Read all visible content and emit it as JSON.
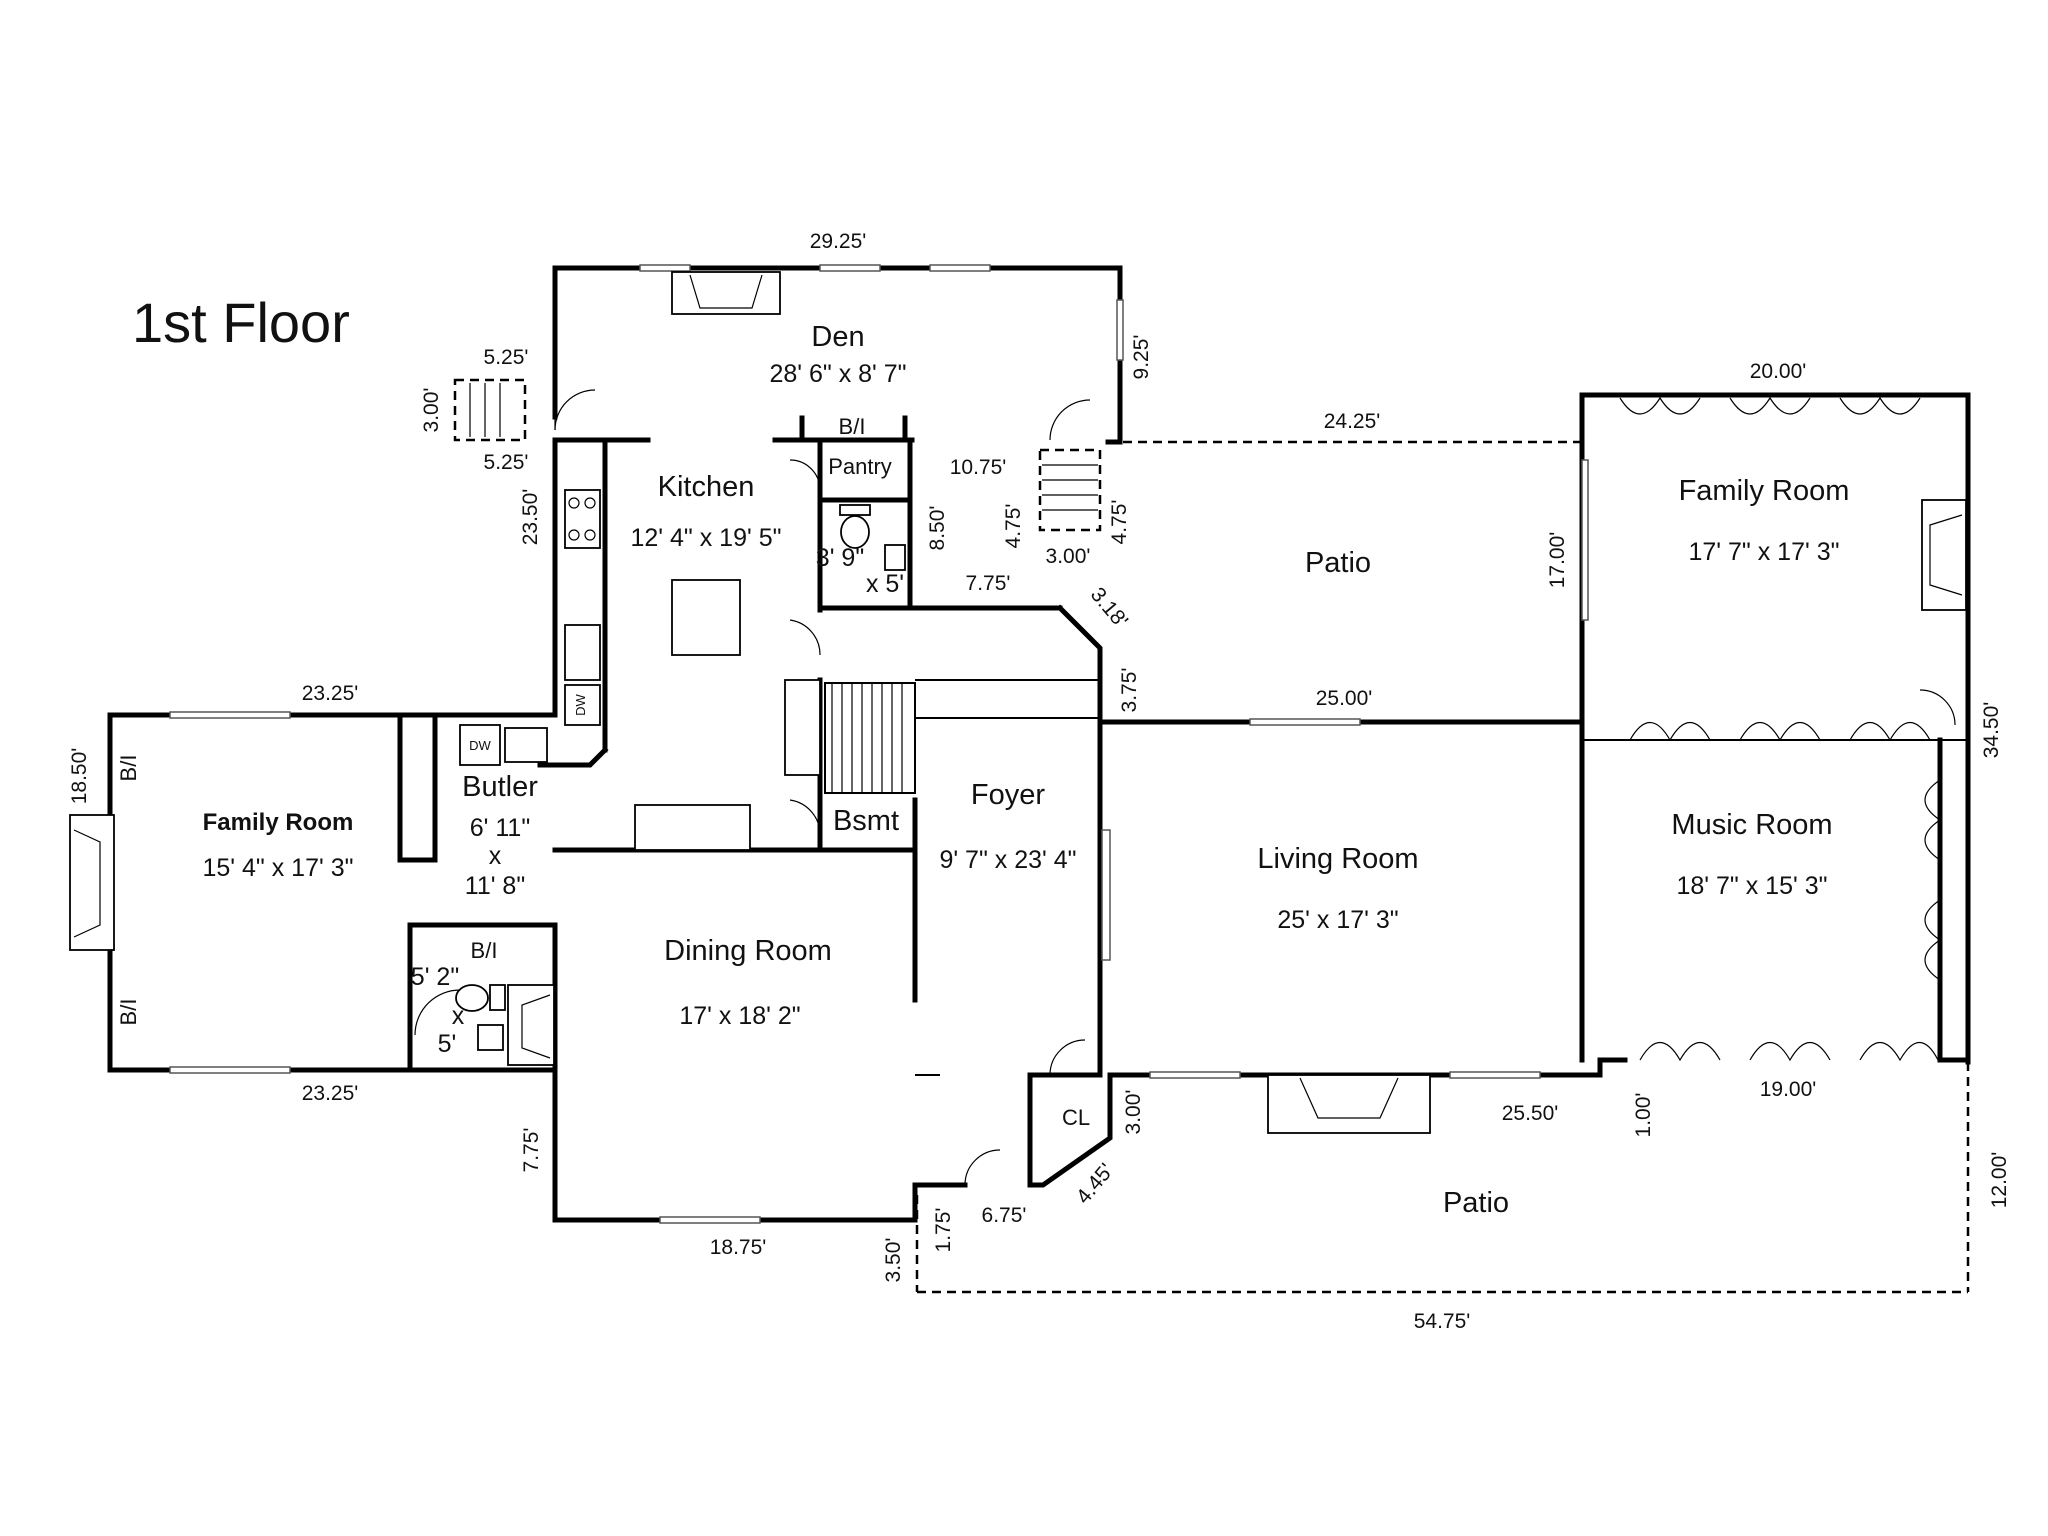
{
  "title": "1st Floor",
  "rooms": {
    "den": {
      "name": "Den",
      "size": "28' 6\" x 8' 7\""
    },
    "kitchen": {
      "name": "Kitchen",
      "size": "12' 4\" x 19' 5\""
    },
    "pantry": {
      "name": "Pantry"
    },
    "patio_upper": {
      "name": "Patio"
    },
    "family_room_east": {
      "name": "Family Room",
      "size": "17' 7\" x 17' 3\""
    },
    "family_room_west": {
      "name": "Family Room",
      "size": "15' 4\" x 17' 3\""
    },
    "butler": {
      "name": "Butler",
      "size_w": "6' 11\"",
      "size_x": "x",
      "size_h": "11' 8\""
    },
    "bsmt": {
      "name": "Bsmt"
    },
    "foyer": {
      "name": "Foyer",
      "size": "9' 7\" x 23' 4\""
    },
    "living_room": {
      "name": "Living Room",
      "size": "25' x 17' 3\""
    },
    "music_room": {
      "name": "Music Room",
      "size": "18' 7\" x 15' 3\""
    },
    "dining_room": {
      "name": "Dining Room",
      "size": "17' x 18' 2\""
    },
    "cl": {
      "name": "CL"
    },
    "patio_lower": {
      "name": "Patio"
    },
    "bath_upper": {
      "w": "3' 9\"",
      "h": "x 5'"
    },
    "bath_lower": {
      "w": "5' 2\"",
      "x": "x",
      "h": "5'"
    }
  },
  "labels": {
    "bi_kitchen": "B/I",
    "bi_fam_top": "B/I",
    "bi_fam_bottom": "B/I",
    "bi_bath": "B/I",
    "dw_1": "DW",
    "dw_2": "DW"
  },
  "dimensions": {
    "d_29_25": "29.25'",
    "d_9_25": "9.25'",
    "d_5_25_top": "5.25'",
    "d_5_25_bottom": "5.25'",
    "d_3_00_stair": "3.00'",
    "d_23_50": "23.50'",
    "d_10_75": "10.75'",
    "d_8_50": "8.50'",
    "d_4_75_a": "4.75'",
    "d_4_75_b": "4.75'",
    "d_3_00_b": "3.00'",
    "d_7_75_top": "7.75'",
    "d_3_18": "3.18'",
    "d_3_75": "3.75'",
    "d_24_25": "24.25'",
    "d_20_00": "20.00'",
    "d_17_00": "17.00'",
    "d_25_00": "25.00'",
    "d_34_50": "34.50'",
    "d_23_25_top": "23.25'",
    "d_18_50": "18.50'",
    "d_23_25_bottom": "23.25'",
    "d_7_75_left": "7.75'",
    "d_18_75": "18.75'",
    "d_3_50": "3.50'",
    "d_1_75": "1.75'",
    "d_6_75": "6.75'",
    "d_4_45": "4.45'",
    "d_3_00_cl": "3.00'",
    "d_25_50": "25.50'",
    "d_1_00": "1.00'",
    "d_19_00": "19.00'",
    "d_12_00": "12.00'",
    "d_54_75": "54.75'"
  }
}
